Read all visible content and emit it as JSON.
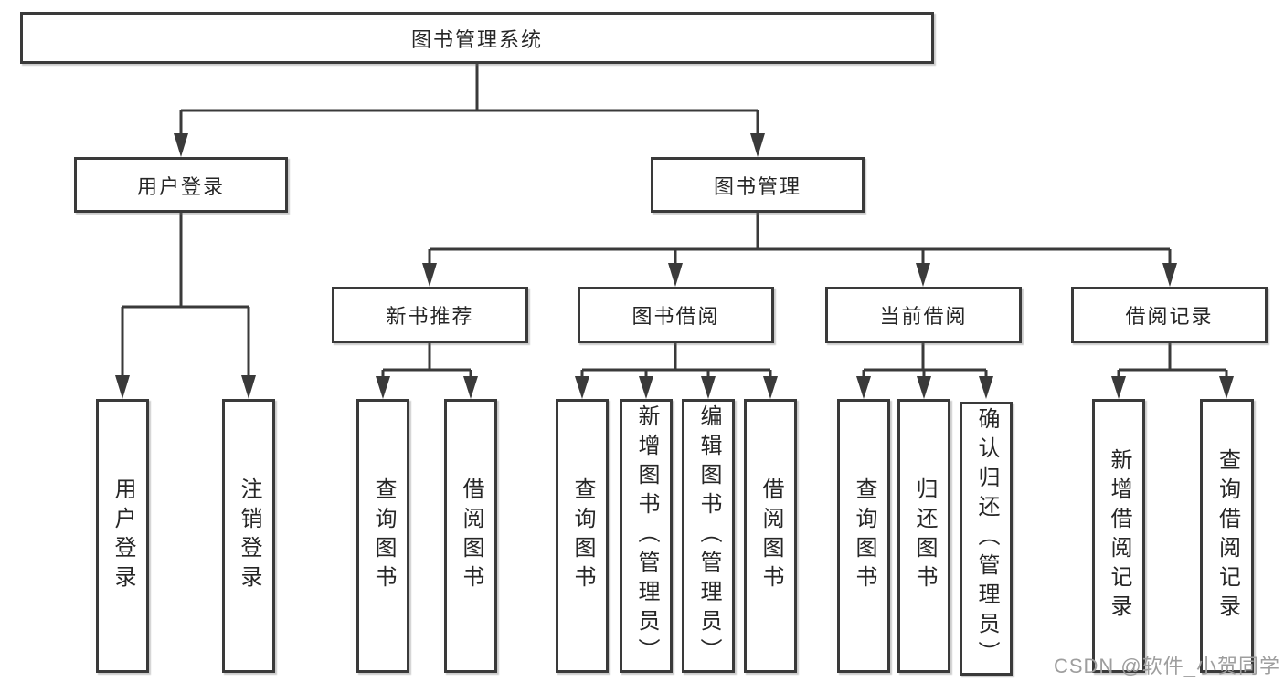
{
  "colors": {
    "line": "#3a3a3a",
    "text": "#262626",
    "watermark": "#9e9e9e",
    "background": "#ffffff"
  },
  "watermark": {
    "text": "CSDN @软件_小贺同学"
  },
  "tree": {
    "label": "图书管理系统",
    "children": [
      {
        "label": "用户登录",
        "children": [
          {
            "label": "用户登录"
          },
          {
            "label": "注销登录"
          }
        ]
      },
      {
        "label": "图书管理",
        "children": [
          {
            "label": "新书推荐",
            "children": [
              {
                "label": "查询图书"
              },
              {
                "label": "借阅图书"
              }
            ]
          },
          {
            "label": "图书借阅",
            "children": [
              {
                "label": "查询图书"
              },
              {
                "label": "新增图书（管理员）"
              },
              {
                "label": "编辑图书（管理员）"
              },
              {
                "label": "借阅图书"
              }
            ]
          },
          {
            "label": "当前借阅",
            "children": [
              {
                "label": "查询图书"
              },
              {
                "label": "归还图书"
              },
              {
                "label": "确认归还（管理员）"
              }
            ]
          },
          {
            "label": "借阅记录",
            "children": [
              {
                "label": "新增借阅记录"
              },
              {
                "label": "查询借阅记录"
              }
            ]
          }
        ]
      }
    ]
  }
}
